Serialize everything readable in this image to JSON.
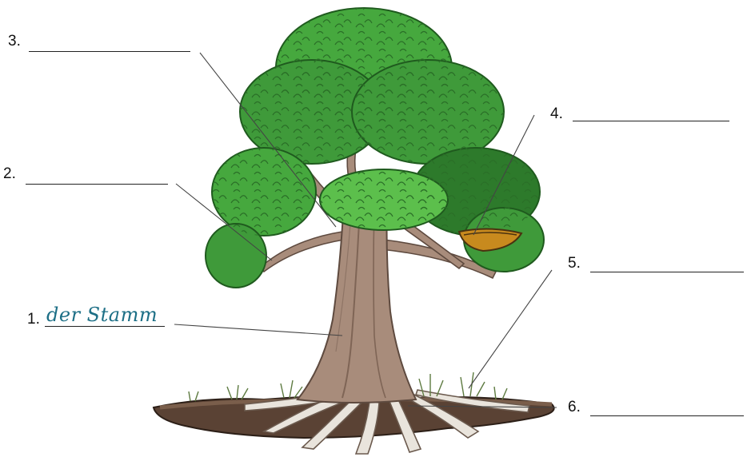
{
  "labels": [
    {
      "number": "1.",
      "answer": "der Stamm"
    },
    {
      "number": "2.",
      "answer": ""
    },
    {
      "number": "3.",
      "answer": ""
    },
    {
      "number": "4.",
      "answer": ""
    },
    {
      "number": "5.",
      "answer": ""
    },
    {
      "number": "6.",
      "answer": ""
    }
  ],
  "colors": {
    "foliage": "#3f9a3a",
    "foliage_dark": "#2d7a2b",
    "foliage_light": "#5cbf4c",
    "trunk": "#a88c7b",
    "trunk_shadow": "#7f6556",
    "soil": "#5a4234",
    "roots": "#e9e4dc",
    "nest": "#c88a1e",
    "answer_text": "#1d6f86"
  }
}
